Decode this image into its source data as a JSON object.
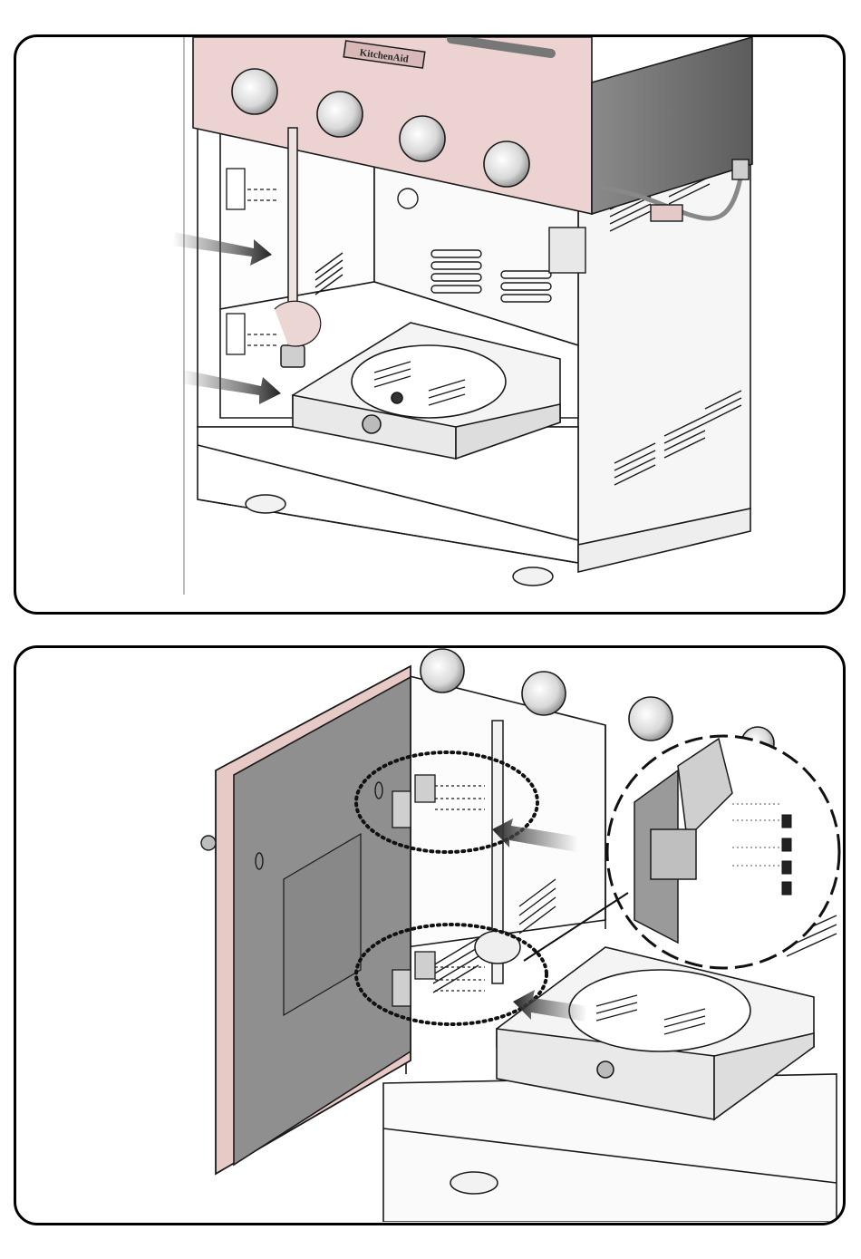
{
  "brand": {
    "logo_text": "KitchenAid"
  },
  "colors": {
    "control_panel": "#ecd2d0",
    "door": "#8f8f8f",
    "door_edge": "#e7c9c5",
    "arrow": "#333333",
    "line": "#1a1a1a"
  },
  "panels": [
    {
      "step": "remove-drip-tray-and-mount-hinges"
    },
    {
      "step": "attach-door-to-hinges"
    }
  ]
}
